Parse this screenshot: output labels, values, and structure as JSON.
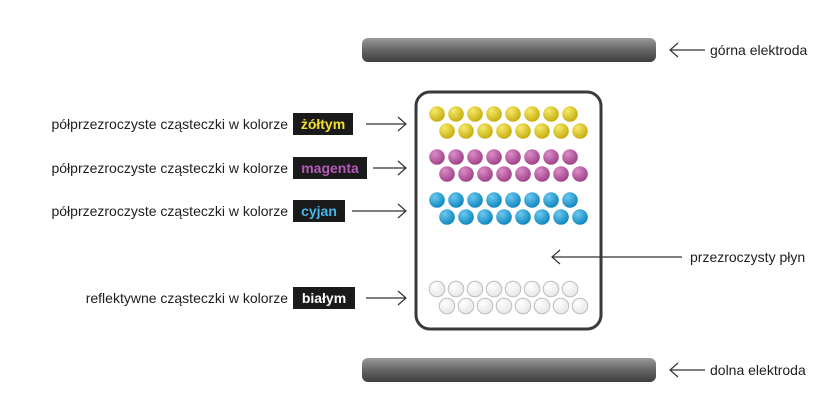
{
  "electrodes": {
    "top": "górna elektroda",
    "bottom": "dolna elektroda"
  },
  "cell": {
    "fluid_label": "przezroczysty płyn"
  },
  "particle_rows": [
    {
      "prefix": "półprzezroczyste cząsteczki w kolorze",
      "badge": "żółtym",
      "badge_color": "#f2e02b",
      "particle_color": "#d9c419"
    },
    {
      "prefix": "półprzezroczyste cząsteczki w kolorze",
      "badge": "magenta",
      "badge_color": "#b45ab8",
      "particle_color": "#b8589d"
    },
    {
      "prefix": "półprzezroczyste cząsteczki w kolorze",
      "badge": "cyjan",
      "badge_color": "#47b7e8",
      "particle_color": "#1f9ed6"
    },
    {
      "prefix": "reflektywne cząsteczki w kolorze",
      "badge": "białym",
      "badge_color": "#ffffff",
      "particle_color": "#f4f4f4"
    }
  ],
  "colors": {
    "badge_bg": "#1a1a1a",
    "electrode": "#6b6b6b",
    "cell_border": "#3a3a3a",
    "arrow": "#333333"
  }
}
